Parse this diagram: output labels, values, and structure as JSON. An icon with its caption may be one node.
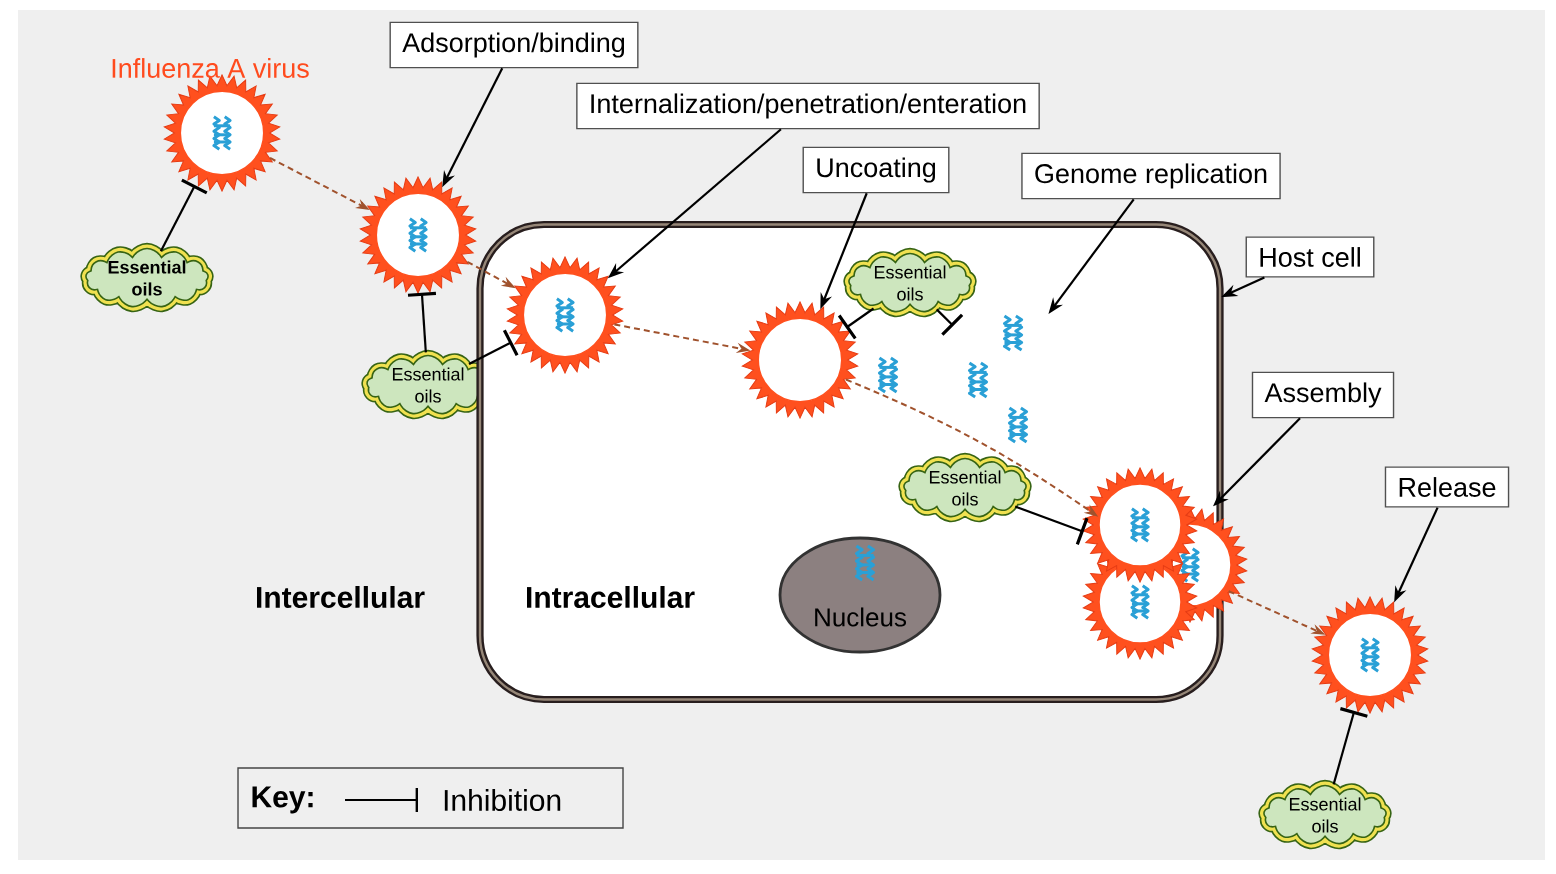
{
  "diagram": {
    "nodes": [
      {
        "text": [],
        "shape": "picture",
        "beside": [
          "Influenza A virus"
        ]
      },
      {
        "text": [
          "Essential oils"
        ]
      },
      {
        "text": [
          "Adsorption/binding"
        ]
      },
      {
        "text": [],
        "shape": "picture"
      },
      {
        "text": [
          "Internalization/penetration/enteration"
        ]
      },
      {
        "text": [
          "Essential oils"
        ]
      },
      {
        "text": [],
        "shape": "box"
      },
      {
        "text": [],
        "shape": "picture",
        "in": 6
      },
      {
        "text": [
          "Uncoating"
        ]
      },
      {
        "text": [],
        "shape": "picture",
        "in": 6
      },
      {
        "text": [
          "Essential oils"
        ],
        "in": 6
      },
      {
        "text": [
          "Genome replication"
        ]
      },
      {
        "text": [],
        "shape": "picture",
        "in": 6
      },
      {
        "text": [
          "Host cell"
        ]
      },
      {
        "text": [
          "Assembly"
        ]
      },
      {
        "text": [
          "Essential oils"
        ],
        "in": 6
      },
      {
        "text": [],
        "shape": "picture"
      },
      {
        "text": [
          "Nucleus"
        ],
        "in": 6
      },
      {
        "text": [
          "Release"
        ]
      },
      {
        "text": [],
        "shape": "picture"
      },
      {
        "text": [
          "Essential oils"
        ]
      }
    ],
    "edges": [
      {
        "from": 0,
        "to": 3,
        "arrow": "to",
        "style": "dashed",
        "color": "#a0522d"
      },
      {
        "from": 3,
        "to": 7,
        "arrow": "to",
        "style": "dashed",
        "color": "#a0522d"
      },
      {
        "from": 7,
        "to": 9,
        "arrow": "to",
        "style": "dashed",
        "color": "#a0522d"
      },
      {
        "from": 9,
        "to": 16,
        "arrow": "to",
        "style": "dashed",
        "color": "#a0522d"
      },
      {
        "from": 16,
        "to": 19,
        "arrow": "to",
        "style": "dashed",
        "color": "#a0522d"
      },
      {
        "from": 2,
        "to": 3,
        "arrow": "to"
      },
      {
        "from": 4,
        "to": 7,
        "arrow": "to"
      },
      {
        "from": 8,
        "to": 9,
        "arrow": "to"
      },
      {
        "from": 11,
        "to": 12,
        "arrow": "to"
      },
      {
        "from": 13,
        "to": 6,
        "arrow": "to"
      },
      {
        "from": 14,
        "to": 16,
        "arrow": "to"
      },
      {
        "from": 18,
        "to": 19,
        "arrow": "to"
      },
      {
        "from": 1,
        "to": 0,
        "arrow": "other"
      },
      {
        "from": 5,
        "to": 3,
        "arrow": "other"
      },
      {
        "from": 5,
        "to": 7,
        "arrow": "other"
      },
      {
        "from": 10,
        "to": 9,
        "arrow": "other"
      },
      {
        "from": 10,
        "to": 12,
        "arrow": "other"
      },
      {
        "from": 15,
        "to": 16,
        "arrow": "other"
      },
      {
        "from": 20,
        "to": 19,
        "arrow": "other"
      }
    ],
    "labels": [
      "Intercellular",
      "Intracellular",
      "Key:"
    ],
    "legend": [
      {
        "text": "Inhibition"
      }
    ]
  }
}
